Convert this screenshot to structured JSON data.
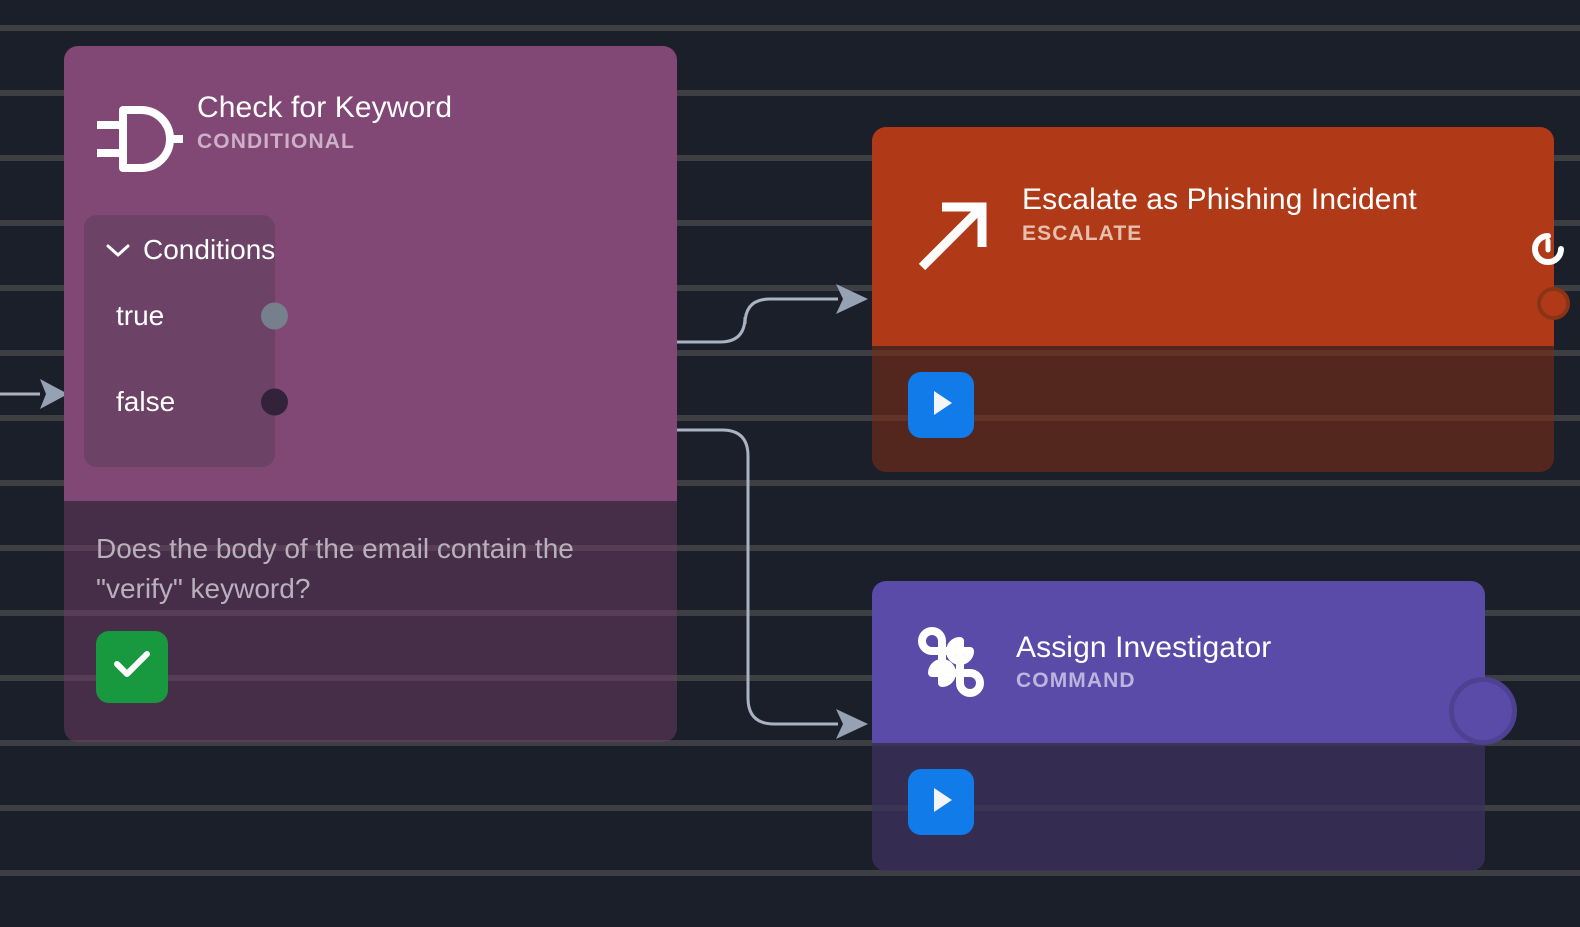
{
  "canvas": {
    "background_color": "#1b1f2a",
    "grid": "dash-grid"
  },
  "nodes": [
    {
      "id": "conditional",
      "title": "Check for Keyword",
      "type_label": "CONDITIONAL",
      "icon": "logic-gate-icon",
      "accent_color": "#814775",
      "panel": {
        "header": "Conditions",
        "collapse_icon": "chevron-down-icon",
        "rows": [
          {
            "label": "true",
            "port_color": "#76808c"
          },
          {
            "label": "false",
            "port_color": "#33233a"
          }
        ]
      },
      "description": "Does the body of the email contain the \"verify\" keyword?",
      "status": {
        "icon": "check-icon",
        "color": "#18993f"
      }
    },
    {
      "id": "escalate",
      "title": "Escalate as Phishing Incident",
      "type_label": "ESCALATE",
      "icon": "arrow-up-right-icon",
      "accent_color": "#b03a18",
      "badge_icon": "clock-icon",
      "run_button": {
        "icon": "play-icon",
        "color": "#117bea"
      }
    },
    {
      "id": "command",
      "title": "Assign Investigator",
      "type_label": "COMMAND",
      "icon": "command-icon",
      "accent_color": "#5b4ba8",
      "run_button": {
        "icon": "play-icon",
        "color": "#117bea"
      }
    }
  ],
  "edges": [
    {
      "from": "input",
      "to": "conditional",
      "label": ""
    },
    {
      "from": "conditional.true",
      "to": "escalate",
      "label": ""
    },
    {
      "from": "conditional.false",
      "to": "command",
      "label": ""
    }
  ]
}
